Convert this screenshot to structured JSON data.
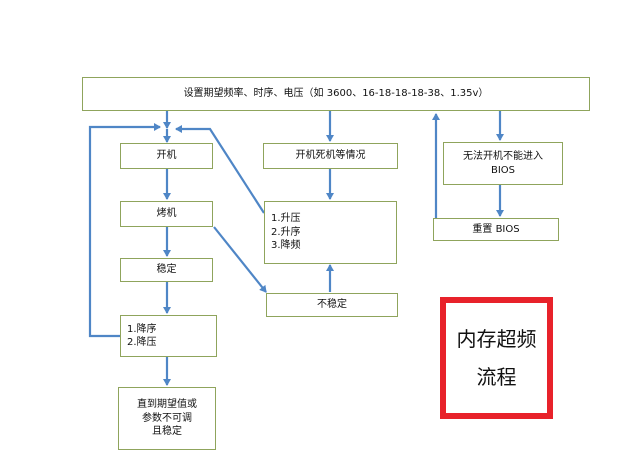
{
  "nodes": {
    "settings": "设置期望频率、时序、电压（如 3600、16-18-18-18-38、1.35v）",
    "boot": "开机",
    "bake": "烤机",
    "stable": "稳定",
    "reduce": [
      "1.降序",
      "2.降压"
    ],
    "final": [
      "直到期望值或",
      "参数不可调",
      "且稳定"
    ],
    "crash": "开机死机等情况",
    "raise": [
      "1.升压",
      "2.升序",
      "3.降频"
    ],
    "unstable": "不稳定",
    "no_bios": [
      "无法开机不能进入",
      "BIOS"
    ],
    "reset_bios": "重置 BIOS"
  },
  "title": [
    "内存超频",
    "流程"
  ],
  "colors": {
    "arrow": "#4f86c6",
    "box_border": "#8fa45c",
    "title_border": "#e8222a"
  }
}
